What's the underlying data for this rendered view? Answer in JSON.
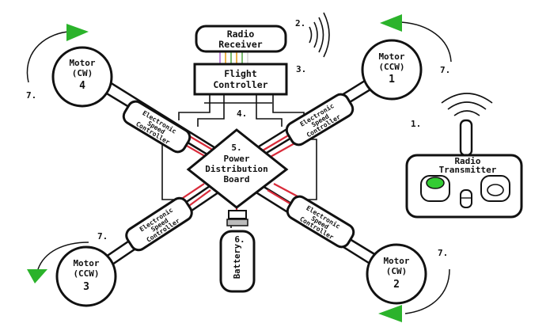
{
  "diagram": {
    "colors": {
      "line": "#111111",
      "power_wire": "#d92b3a",
      "arrow_green": "#2bb32b",
      "led_green": "#33cc33"
    },
    "radio_receiver": {
      "line1": "Radio",
      "line2": "Receiver",
      "number": "2."
    },
    "flight_controller": {
      "line1": "Flight",
      "line2": "Controller",
      "number": "3."
    },
    "signal_number": "4.",
    "pdb": {
      "number": "5.",
      "line1": "Power",
      "line2": "Distribution",
      "line3": "Board"
    },
    "battery": {
      "label": "Battery",
      "number": "6."
    },
    "transmitter": {
      "number": "1.",
      "line1": "Radio",
      "line2": "Transmitter"
    },
    "esc": {
      "line1": "Electronic",
      "line2": "Speed",
      "line3": "Controller"
    },
    "motors": [
      {
        "line1": "Motor",
        "line2": "(CW)",
        "id": "4"
      },
      {
        "line1": "Motor",
        "line2": "(CCW)",
        "id": "1"
      },
      {
        "line1": "Motor",
        "line2": "(CCW)",
        "id": "3"
      },
      {
        "line1": "Motor",
        "line2": "(CW)",
        "id": "2"
      }
    ],
    "rotation_number": "7."
  }
}
